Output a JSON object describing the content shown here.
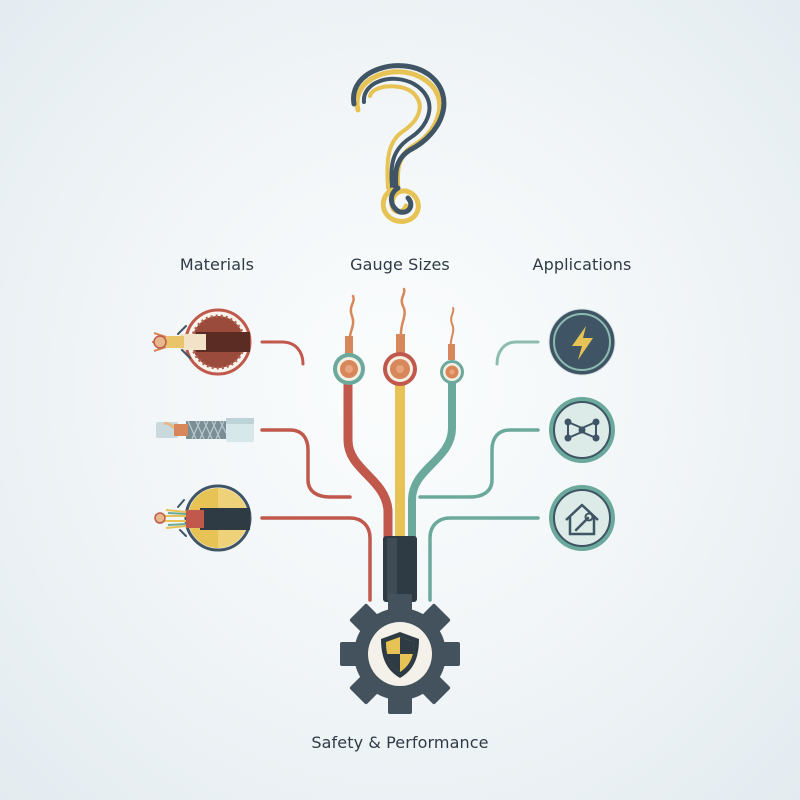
{
  "labels": {
    "materials": "Materials",
    "gauge_sizes": "Gauge Sizes",
    "applications": "Applications",
    "safety_performance": "Safety & Performance"
  },
  "icons": {
    "top": "question-mark-wire-icon",
    "materials": [
      "copper-wire-cross-section-icon",
      "braided-coax-cable-icon",
      "multicore-cable-icon"
    ],
    "gauge_sizes": [
      "thick-gauge-terminal-icon",
      "medium-gauge-terminal-icon",
      "thin-gauge-terminal-icon"
    ],
    "applications": [
      "power-bolt-icon",
      "network-nodes-icon",
      "home-repair-icon"
    ],
    "hub": "gear-shield-icon"
  },
  "colors": {
    "red": "#c0584b",
    "yellow": "#e6c354",
    "teal": "#6aa99b",
    "navy": "#3f5565",
    "dark_gear": "#44525e",
    "copper": "#d7875a",
    "text": "#2e3a45"
  }
}
